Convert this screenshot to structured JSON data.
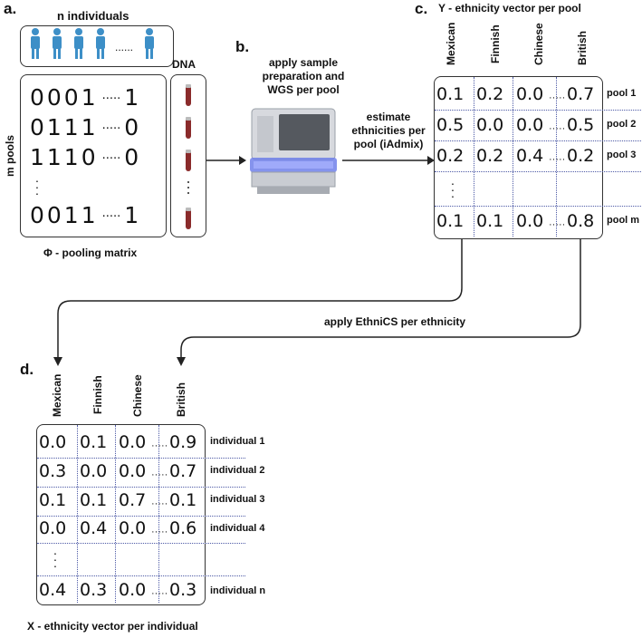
{
  "panel_a": {
    "label": "a.",
    "individuals_title": "n individuals",
    "person_dots": "......",
    "dna_label": "DNA",
    "pools_label": "m pools",
    "matrix_rows": [
      {
        "bits": "0001",
        "last": "1"
      },
      {
        "bits": "0111",
        "last": "0"
      },
      {
        "bits": "1110",
        "last": "0"
      },
      {
        "bits": "0011",
        "last": "1"
      }
    ],
    "row_dots": "·····",
    "matrix_caption": "Φ - pooling matrix"
  },
  "panel_b": {
    "label": "b.",
    "caption_lines": [
      "apply sample",
      "preparation and",
      "WGS per pool"
    ]
  },
  "arrow_estimate": {
    "lines": [
      "estimate",
      "ethnicities per",
      "pool (iAdmix)"
    ]
  },
  "panel_c": {
    "label": "c.",
    "title": "Y - ethnicity vector per pool",
    "columns": [
      "Mexican",
      "Finnish",
      "Chinese",
      "British"
    ],
    "rows": [
      {
        "label": "pool 1",
        "values": [
          "0.1",
          "0.2",
          "0.0",
          "0.7"
        ]
      },
      {
        "label": "pool 2",
        "values": [
          "0.5",
          "0.0",
          "0.0",
          "0.5"
        ]
      },
      {
        "label": "pool 3",
        "values": [
          "0.2",
          "0.2",
          "0.4",
          "0.2"
        ]
      },
      {
        "label": "pool m",
        "values": [
          "0.1",
          "0.1",
          "0.0",
          "0.8"
        ]
      }
    ]
  },
  "connector": {
    "label": "apply EthniCS per ethnicity"
  },
  "panel_d": {
    "label": "d.",
    "title": "X - ethnicity vector per individual",
    "columns": [
      "Mexican",
      "Finnish",
      "Chinese",
      "British"
    ],
    "rows": [
      {
        "label": "individual 1",
        "values": [
          "0.0",
          "0.1",
          "0.0",
          "0.9"
        ]
      },
      {
        "label": "individual 2",
        "values": [
          "0.3",
          "0.0",
          "0.0",
          "0.7"
        ]
      },
      {
        "label": "individual 3",
        "values": [
          "0.1",
          "0.1",
          "0.7",
          "0.1"
        ]
      },
      {
        "label": "individual 4",
        "values": [
          "0.0",
          "0.4",
          "0.0",
          "0.6"
        ]
      },
      {
        "label": "individual n",
        "values": [
          "0.4",
          "0.3",
          "0.0",
          "0.3"
        ]
      }
    ]
  },
  "colors": {
    "person": "#3d8fc7",
    "tube": "#8a2b2b",
    "grid_line": "#4d5aa6",
    "machine_glow": "#6f7fe8"
  }
}
